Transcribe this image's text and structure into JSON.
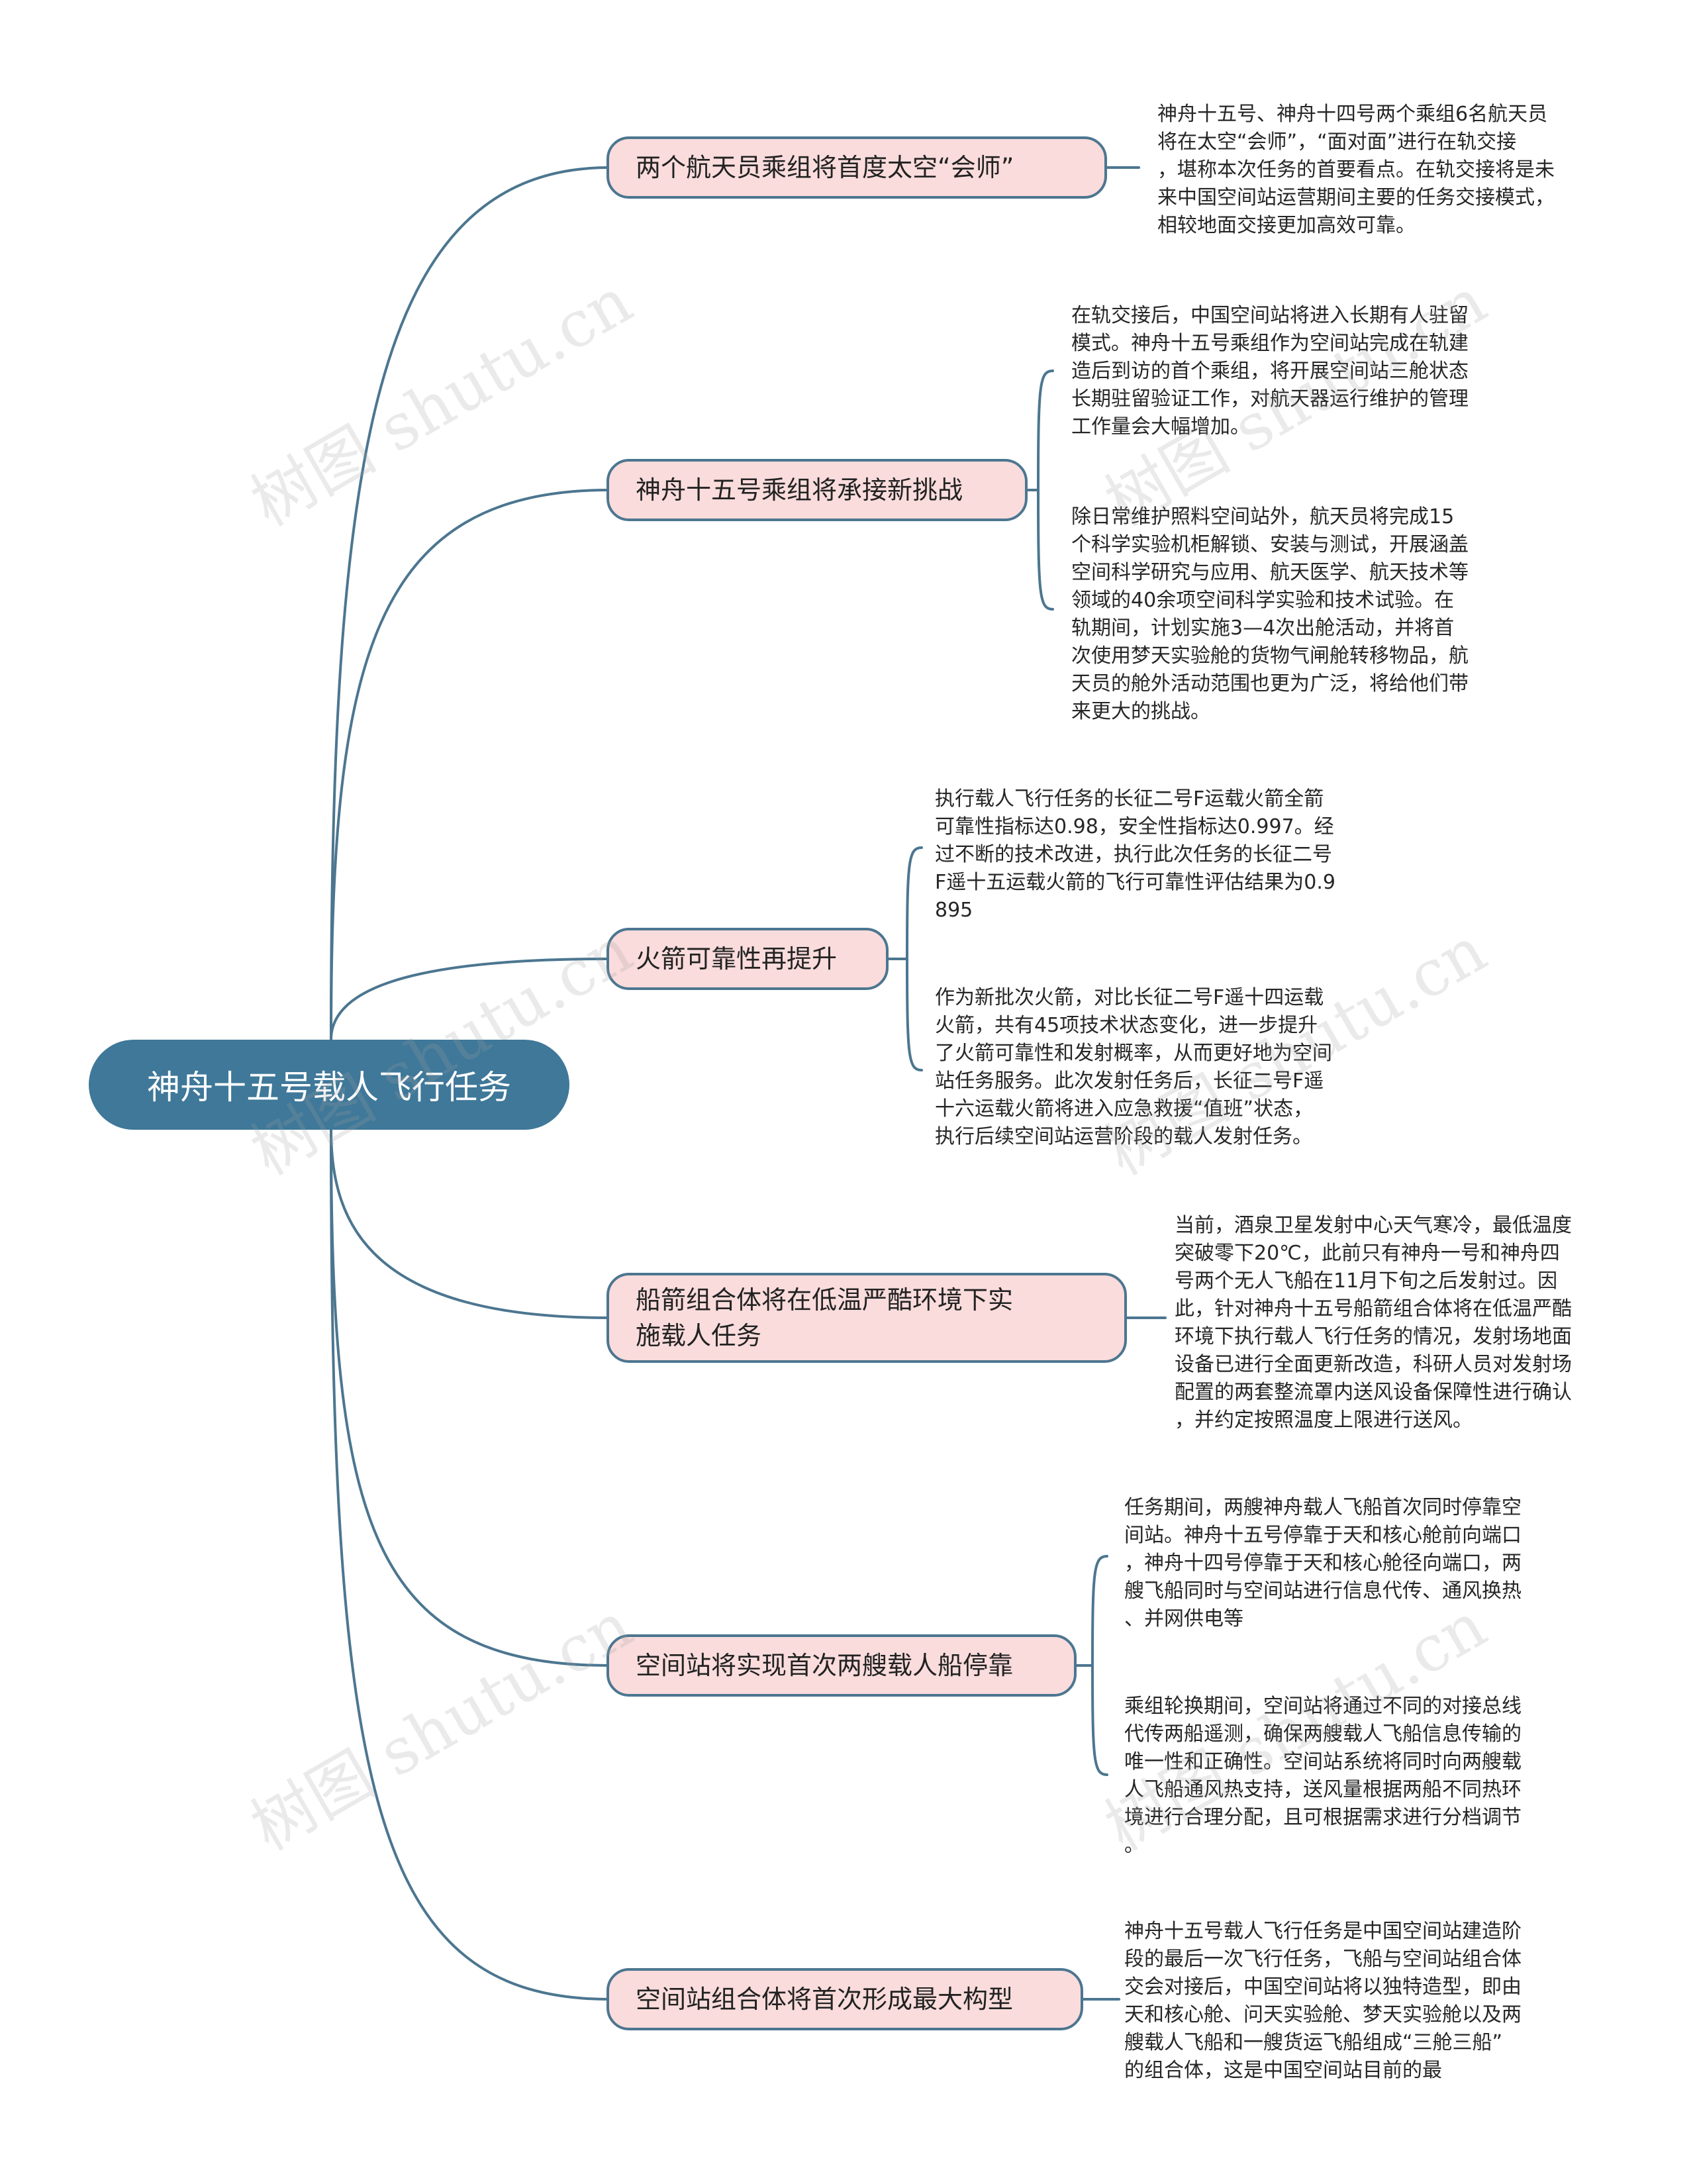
{
  "root": {
    "label": "神舟十五号载人飞行任务"
  },
  "colors": {
    "root_fill": "#3f7899",
    "branch_fill": "#fadcdc",
    "branch_border": "#4c7690",
    "connector": "#4c7690"
  },
  "branches": [
    {
      "label": "两个航天员乘组将首度太空“会师”",
      "details": [
        "神舟十五号、神舟十四号两个乘组6名航天员\n将在太空“会师”，“面对面”进行在轨交接\n，堪称本次任务的首要看点。在轨交接将是未\n来中国空间站运营期间主要的任务交接模式，\n相较地面交接更加高效可靠。"
      ]
    },
    {
      "label": "神舟十五号乘组将承接新挑战",
      "details": [
        "在轨交接后，中国空间站将进入长期有人驻留\n模式。神舟十五号乘组作为空间站完成在轨建\n造后到访的首个乘组，将开展空间站三舱状态\n长期驻留验证工作，对航天器运行维护的管理\n工作量会大幅增加。",
        "除日常维护照料空间站外，航天员将完成15\n个科学实验机柜解锁、安装与测试，开展涵盖\n空间科学研究与应用、航天医学、航天技术等\n领域的40余项空间科学实验和技术试验。在\n轨期间，计划实施3—4次出舱活动，并将首\n次使用梦天实验舱的货物气闸舱转移物品，航\n天员的舱外活动范围也更为广泛，将给他们带\n来更大的挑战。"
      ]
    },
    {
      "label": "火箭可靠性再提升",
      "details": [
        "执行载人飞行任务的长征二号F运载火箭全箭\n可靠性指标达0.98，安全性指标达0.997。经\n过不断的技术改进，执行此次任务的长征二号\nF遥十五运载火箭的飞行可靠性评估结果为0.9\n895",
        "作为新批次火箭，对比长征二号F遥十四运载\n火箭，共有45项技术状态变化，进一步提升\n了火箭可靠性和发射概率，从而更好地为空间\n站任务服务。此次发射任务后，长征二号F遥\n十六运载火箭将进入应急救援“值班”状态，\n执行后续空间站运营阶段的载人发射任务。"
      ]
    },
    {
      "label": "船箭组合体将在低温严酷环境下实\n施载人任务",
      "details": [
        "当前，酒泉卫星发射中心天气寒冷，最低温度\n突破零下20℃，此前只有神舟一号和神舟四\n号两个无人飞船在11月下旬之后发射过。因\n此，针对神舟十五号船箭组合体将在低温严酷\n环境下执行载人飞行任务的情况，发射场地面\n设备已进行全面更新改造，科研人员对发射场\n配置的两套整流罩内送风设备保障性进行确认\n，并约定按照温度上限进行送风。"
      ]
    },
    {
      "label": "空间站将实现首次两艘载人船停靠",
      "details": [
        "任务期间，两艘神舟载人飞船首次同时停靠空\n间站。神舟十五号停靠于天和核心舱前向端口\n，神舟十四号停靠于天和核心舱径向端口，两\n艘飞船同时与空间站进行信息代传、通风换热\n、并网供电等",
        "乘组轮换期间，空间站将通过不同的对接总线\n代传两船遥测，确保两艘载人飞船信息传输的\n唯一性和正确性。空间站系统将同时向两艘载\n人飞船通风热支持，送风量根据两船不同热环\n境进行合理分配，且可根据需求进行分档调节\n。"
      ]
    },
    {
      "label": "空间站组合体将首次形成最大构型",
      "details": [
        "神舟十五号载人飞行任务是中国空间站建造阶\n段的最后一次飞行任务，飞船与空间站组合体\n交会对接后，中国空间站将以独特造型，即由\n天和核心舱、问天实验舱、梦天实验舱以及两\n艘载人飞船和一艘货运飞船组成“三舱三船”\n的组合体，这是中国空间站目前的最"
      ]
    }
  ],
  "watermark": "树图 shutu.cn"
}
